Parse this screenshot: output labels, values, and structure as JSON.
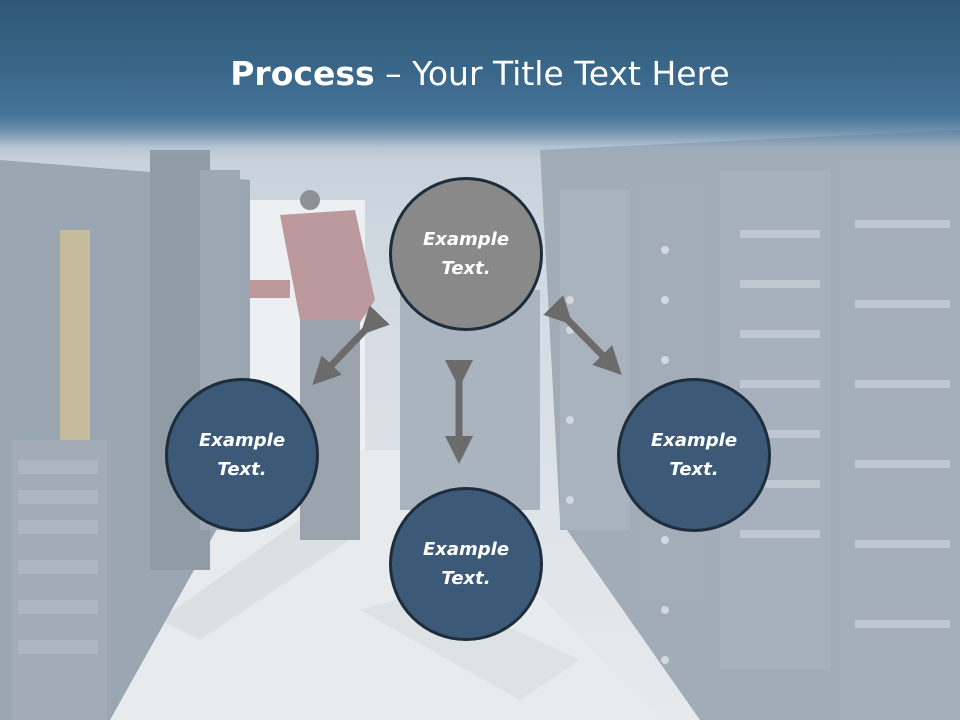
{
  "slide": {
    "title_bold": "Process",
    "title_separator": " – ",
    "title_rest": "Your Title Text Here"
  },
  "nodes": {
    "top": {
      "line1": "Example",
      "line2": "Text.",
      "color": "#898989"
    },
    "left": {
      "line1": "Example",
      "line2": "Text.",
      "color": "#3c5a78"
    },
    "right": {
      "line1": "Example",
      "line2": "Text.",
      "color": "#3c5a78"
    },
    "bottom": {
      "line1": "Example",
      "line2": "Text.",
      "color": "#3c5a78"
    }
  },
  "colors": {
    "banner": "#3a6789",
    "arrow": "#6b6b6b",
    "node_border": "#1e2d3b"
  },
  "background": {
    "icon": "server-room-photo"
  }
}
